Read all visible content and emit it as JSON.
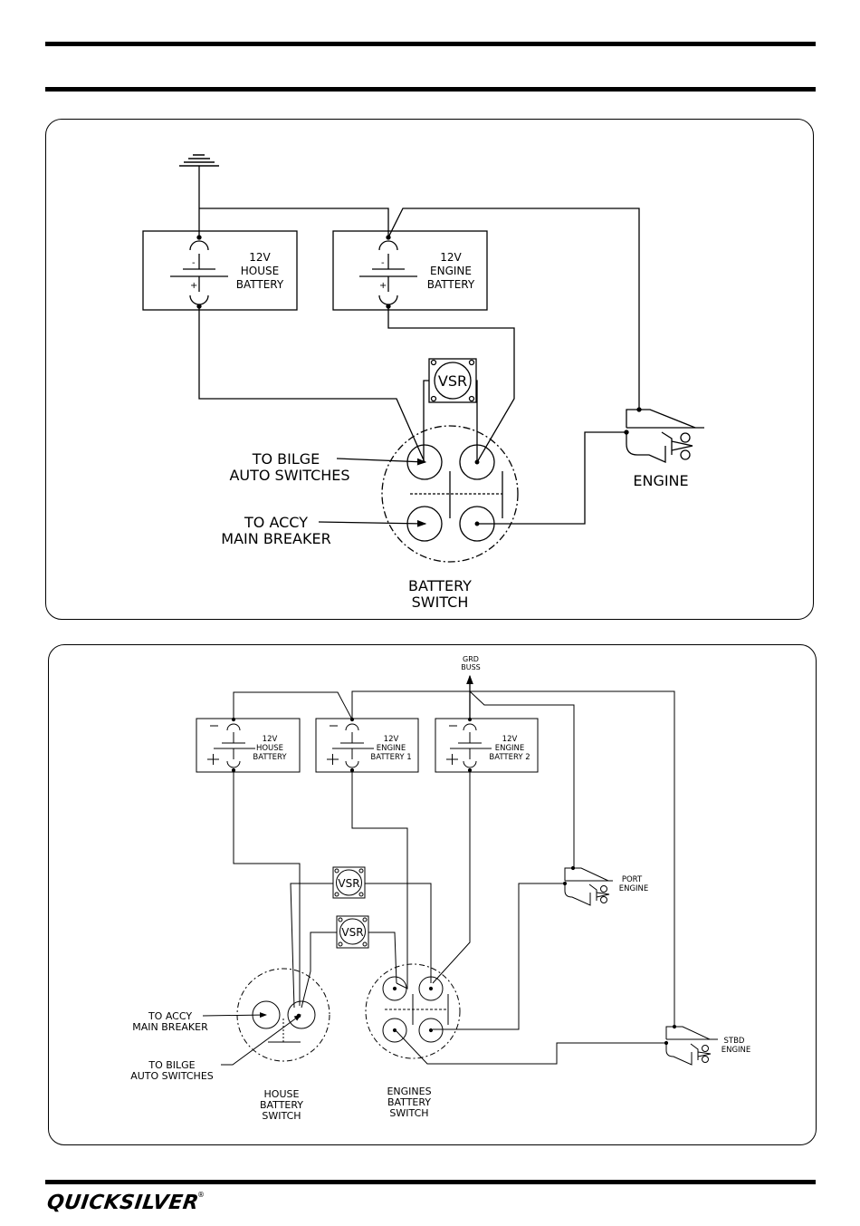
{
  "page": {
    "brand": "QUICKSILVER",
    "brand_mark": "®"
  },
  "diagram1": {
    "house_battery": [
      "12V",
      "HOUSE",
      "BATTERY"
    ],
    "engine_battery": [
      "12V",
      "ENGINE",
      "BATTERY"
    ],
    "minus": "-",
    "plus": "+",
    "vsr": "VSR",
    "bilge": [
      "TO BILGE",
      "AUTO SWITCHES"
    ],
    "accy": [
      "TO ACCY",
      "MAIN BREAKER"
    ],
    "switch": [
      "BATTERY",
      "SWITCH"
    ],
    "engine": "ENGINE"
  },
  "diagram2": {
    "grd": [
      "GRD",
      "BUSS"
    ],
    "house_battery": [
      "12V",
      "HOUSE",
      "BATTERY"
    ],
    "engine_battery_1": [
      "12V",
      "ENGINE",
      "BATTERY 1"
    ],
    "engine_battery_2": [
      "12V",
      "ENGINE",
      "BATTERY 2"
    ],
    "minus": "−",
    "plus": "+",
    "vsr": "VSR",
    "accy": [
      "TO ACCY",
      "MAIN BREAKER"
    ],
    "bilge": [
      "TO BILGE",
      "AUTO SWITCHES"
    ],
    "house_switch": [
      "HOUSE",
      "BATTERY",
      "SWITCH"
    ],
    "engines_switch": [
      "ENGINES",
      "BATTERY",
      "SWITCH"
    ],
    "port_engine": [
      "PORT",
      "ENGINE"
    ],
    "stbd_engine": [
      "STBD",
      "ENGINE"
    ]
  }
}
